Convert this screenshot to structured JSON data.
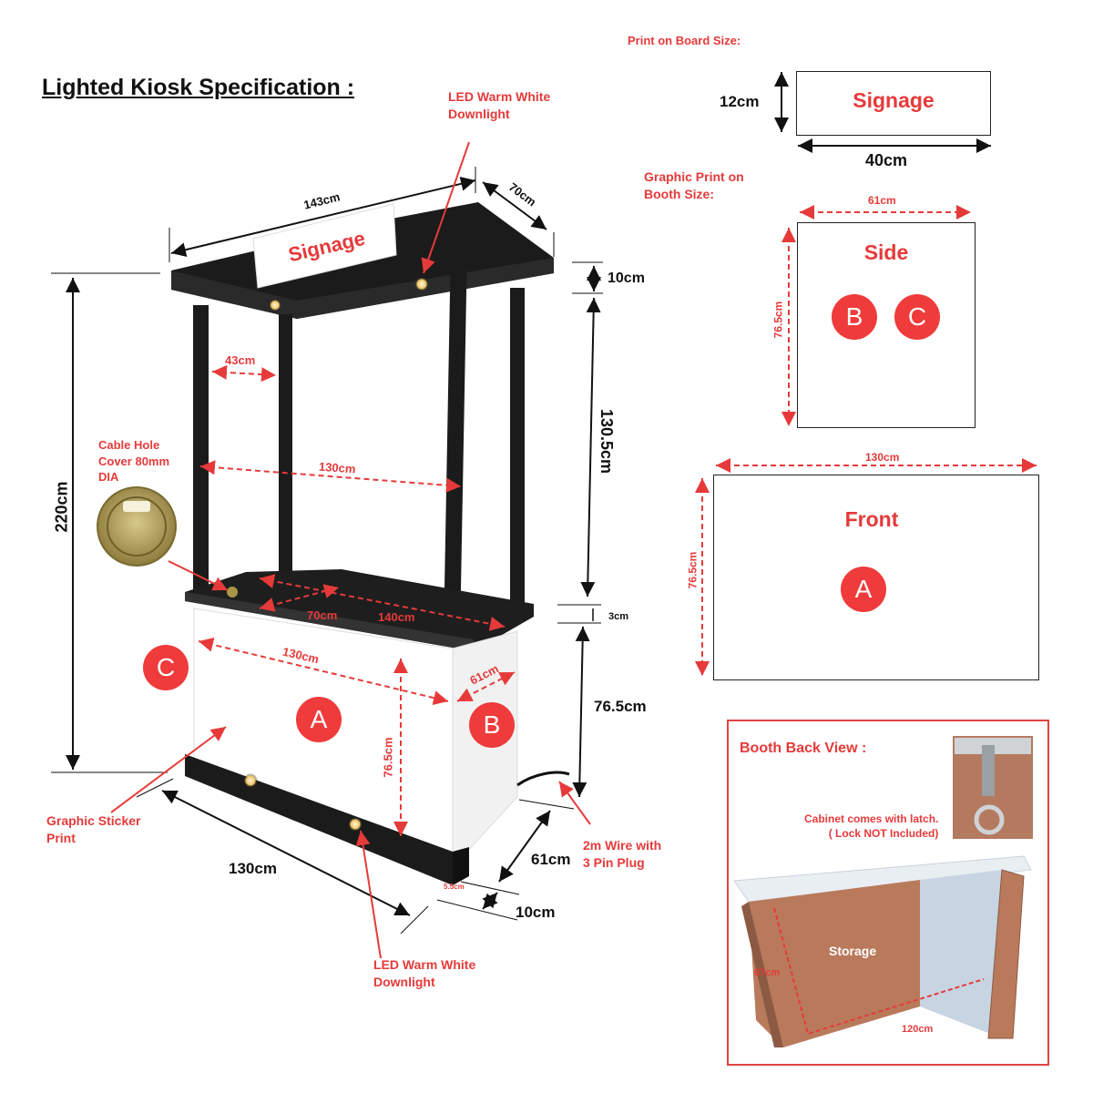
{
  "title": "Lighted Kiosk  Specification :",
  "callouts": {
    "led_top": "LED Warm White\nDownlight",
    "led_bottom": "LED Warm White\nDownlight",
    "cable_hole": "Cable Hole\nCover 80mm\nDIA",
    "graphic_sticker": "Graphic Sticker\nPrint",
    "wire": "2m Wire with\n3 Pin Plug",
    "print_on_board": "Print on Board Size:",
    "graphic_print": "Graphic Print on\nBooth Size:"
  },
  "kiosk": {
    "signage_label": "Signage",
    "panel_a": "A",
    "panel_b": "B",
    "panel_c": "C"
  },
  "dimensions": {
    "top_width": "143cm",
    "top_depth": "70cm",
    "canopy_height": "10cm",
    "post_height": "130.5cm",
    "total_height": "220cm",
    "post_gap": "43cm",
    "inner_width": "130cm",
    "counter_depth": "70cm",
    "counter_width": "140cm",
    "counter_thickness": "3cm",
    "cabinet_front_width": "130cm",
    "cabinet_side": "61cm",
    "cabinet_height": "76.5cm",
    "cabinet_height_right": "76.5cm",
    "base_width": "130cm",
    "base_depth": "61cm",
    "base_height": "10cm",
    "base_small": "5.5cm"
  },
  "board": {
    "label": "Signage",
    "height": "12cm",
    "width": "40cm"
  },
  "side_panel": {
    "label": "Side",
    "width": "61cm",
    "height": "76.5cm",
    "marks": [
      "B",
      "C"
    ]
  },
  "front_panel": {
    "label": "Front",
    "width": "130cm",
    "height": "76.5cm",
    "mark": "A"
  },
  "back_view": {
    "title": "Booth Back View :",
    "latch_note": "Cabinet comes with latch.\n( Lock NOT Included)",
    "storage_label": "Storage",
    "height": "67cm",
    "width": "120cm"
  },
  "colors": {
    "accent_red": "#e63a3a",
    "frame_black": "#1b1b1b",
    "storage_copper": "#b97a5c"
  }
}
